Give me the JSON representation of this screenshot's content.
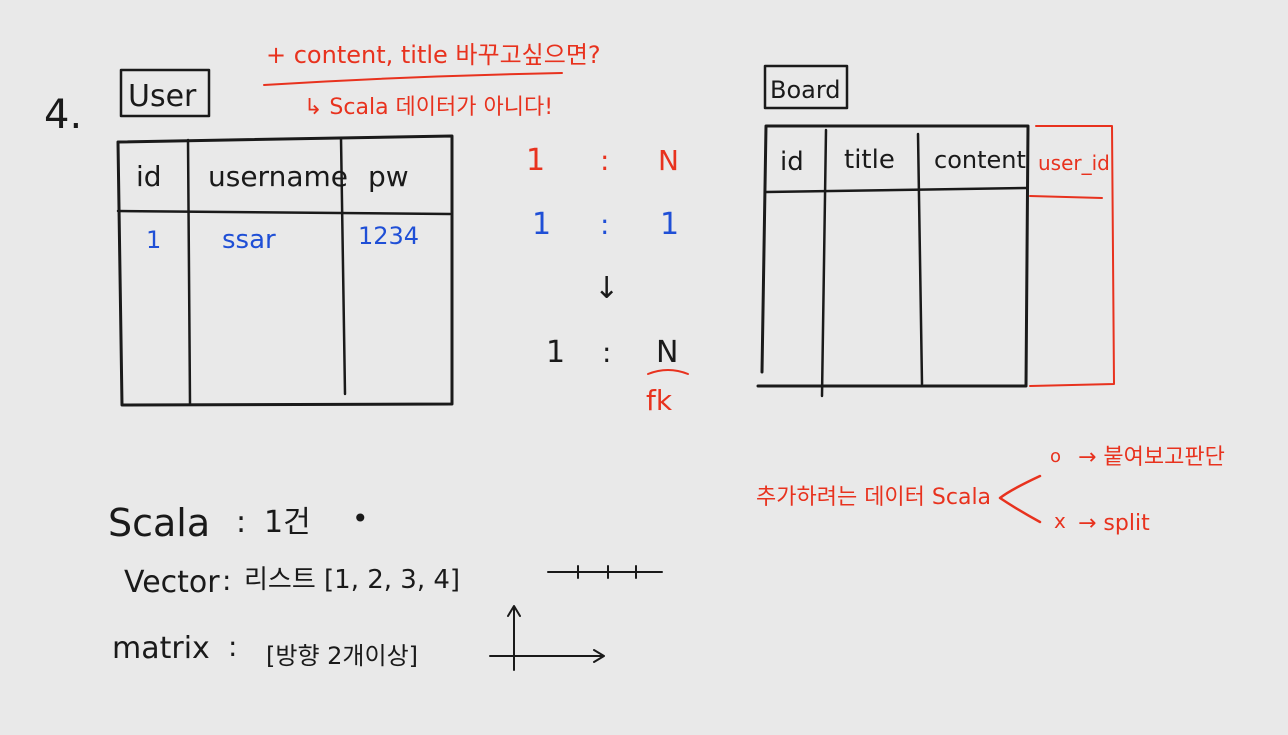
{
  "step_number": "4.",
  "user_table": {
    "title": "User",
    "columns": [
      "id",
      "username",
      "pw"
    ],
    "rows": [
      [
        "1",
        "ssar",
        "1234"
      ]
    ]
  },
  "board_table": {
    "title": "Board",
    "columns": [
      "id",
      "title",
      "content"
    ],
    "extra_column": "user_id"
  },
  "notes": {
    "question": "+ content, title 바꾸고싶으면?",
    "answer": "↳ Scala 데이터가 아니다!",
    "added_data": "추가하려는 데이터 Scala",
    "branch_yes_mark": "o",
    "branch_yes_text": "→ 붙여보고판단",
    "branch_no_mark": "x",
    "branch_no_text": "→ split"
  },
  "relations": {
    "red": {
      "left": "1",
      "sep": ":",
      "right": "N"
    },
    "blue": {
      "left": "1",
      "sep": ":",
      "right": "1"
    },
    "arrow": "↓",
    "black": {
      "left": "1",
      "sep": ":",
      "right": "N"
    },
    "fk": "fk"
  },
  "definitions": [
    {
      "term": "Scala",
      "sep": ":",
      "desc": "1건",
      "symbol": "•"
    },
    {
      "term": "Vector",
      "sep": ":",
      "desc": "리스트   [1, 2, 3, 4]"
    },
    {
      "term": "matrix",
      "sep": ":",
      "desc": "[방향 2개이상]"
    }
  ],
  "colors": {
    "black": "#1a1a1a",
    "red": "#e8321e",
    "blue": "#1f4fd6",
    "background": "#e9e9e9"
  }
}
